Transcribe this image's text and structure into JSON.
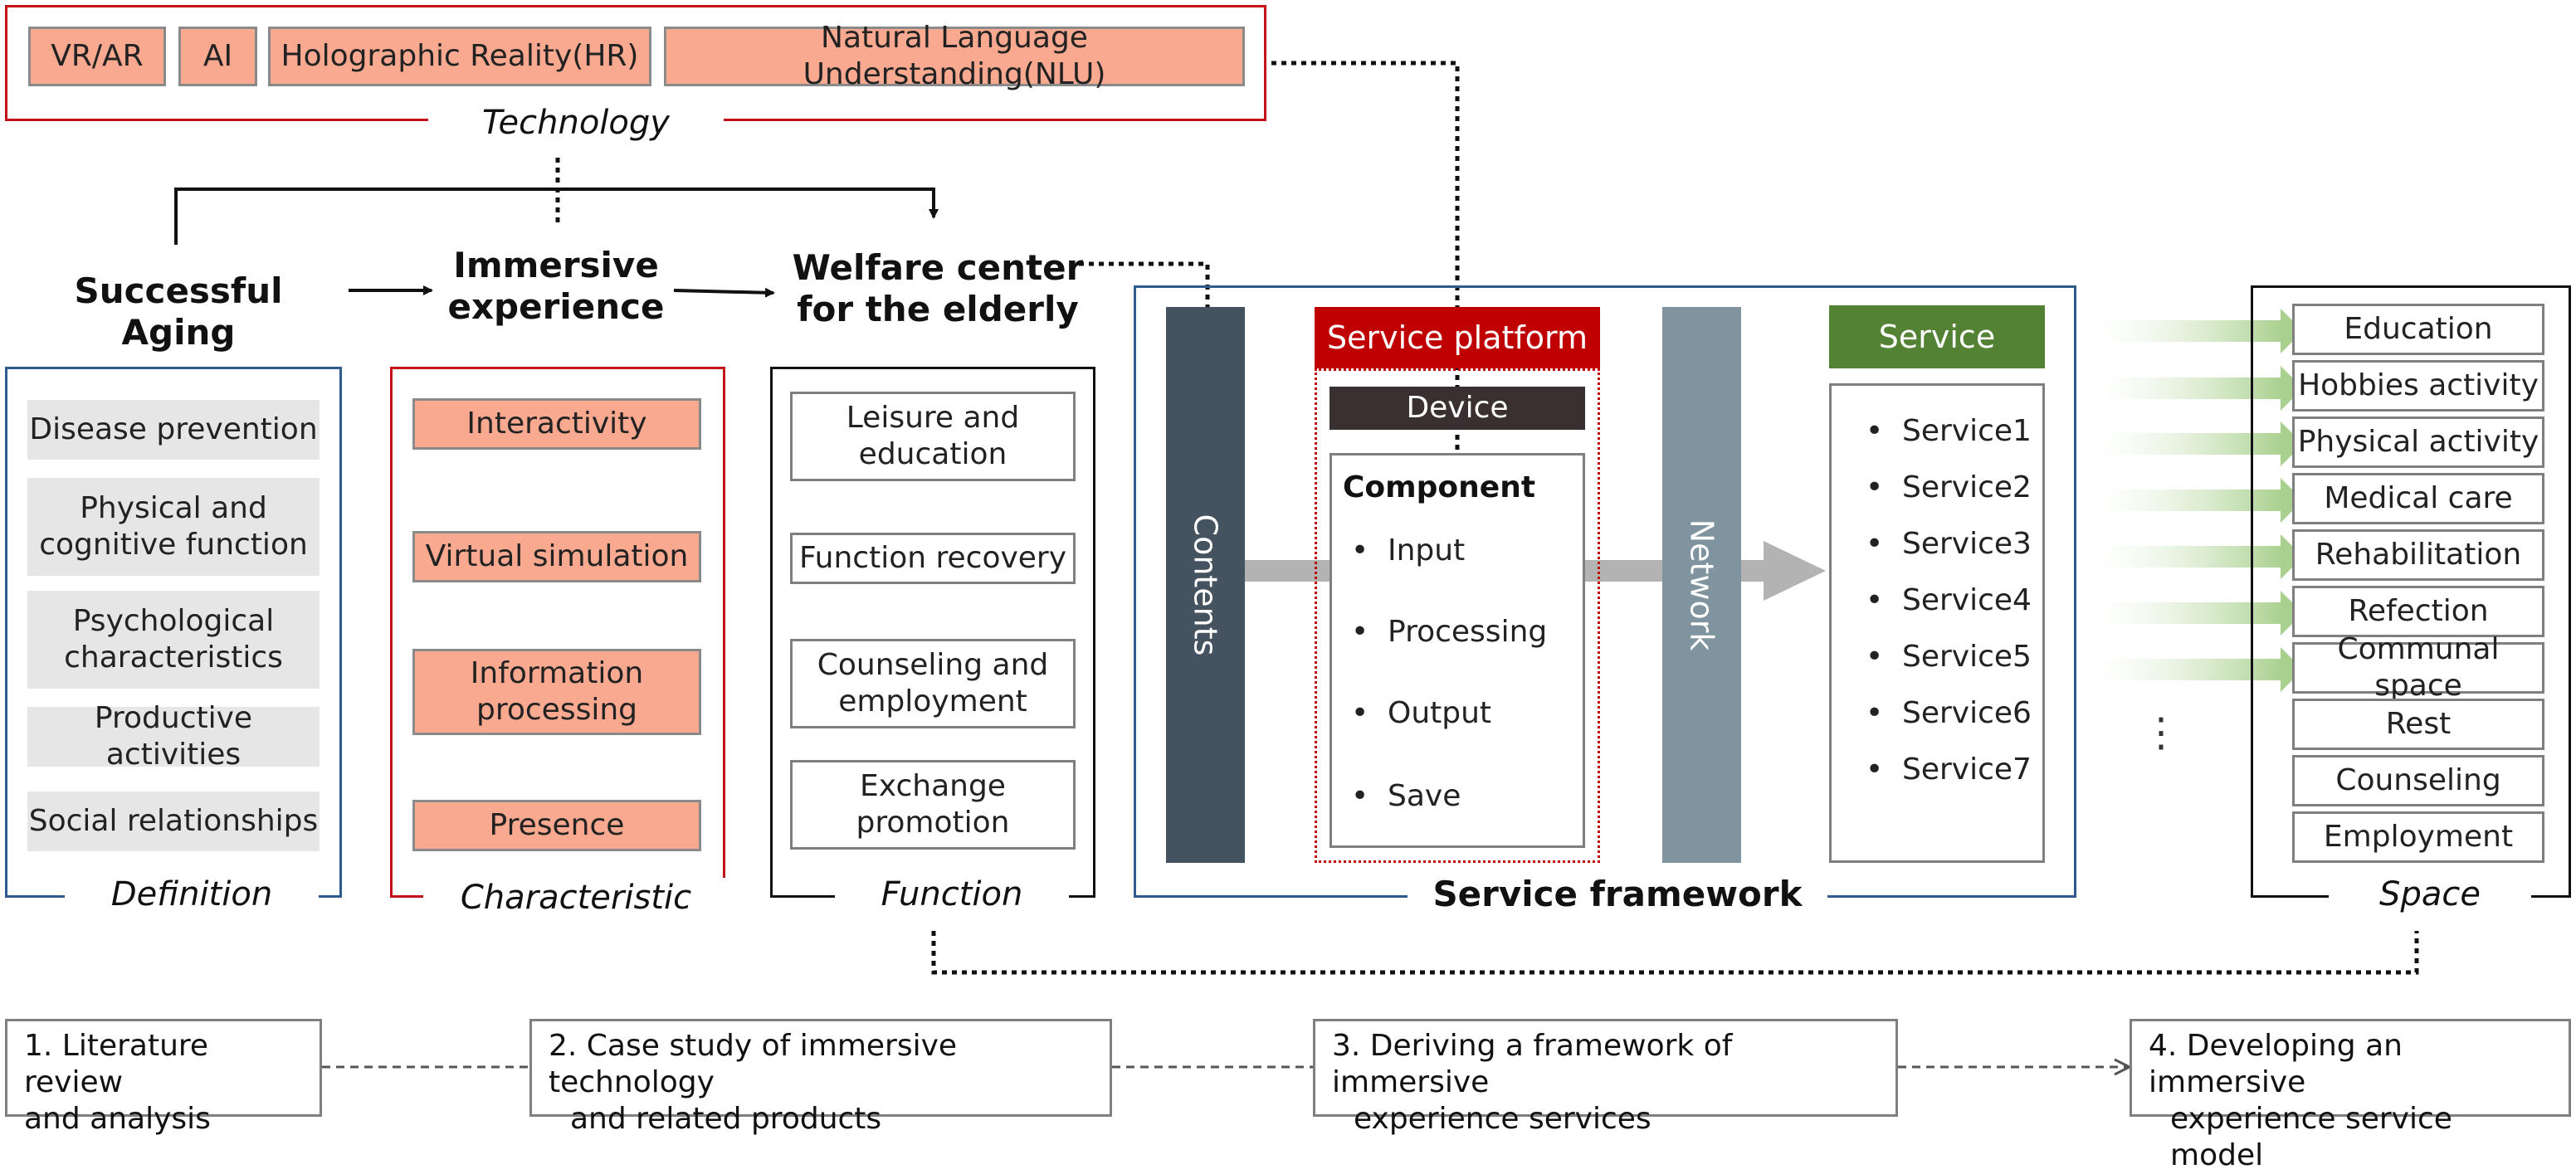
{
  "technology": {
    "items": [
      "VR/AR",
      "AI",
      "Holographic Reality(HR)",
      "Natural Language Understanding(NLU)"
    ],
    "caption": "Technology"
  },
  "flow": {
    "successful_aging": "Successful Aging",
    "immersive_line1": "Immersive",
    "immersive_line2": "experience",
    "welfare_line1": "Welfare center",
    "welfare_line2": "for the elderly"
  },
  "definition": {
    "items": [
      {
        "line1": "Disease prevention",
        "line2": ""
      },
      {
        "line1": "Physical and",
        "line2": "cognitive function"
      },
      {
        "line1": "Psychological",
        "line2": "characteristics"
      },
      {
        "line1": "Productive activities",
        "line2": ""
      },
      {
        "line1": "Social relationships",
        "line2": ""
      }
    ],
    "caption": "Definition"
  },
  "characteristic": {
    "items": [
      {
        "line1": "Interactivity",
        "line2": ""
      },
      {
        "line1": "Virtual simulation",
        "line2": ""
      },
      {
        "line1": "Information",
        "line2": "processing"
      },
      {
        "line1": "Presence",
        "line2": ""
      }
    ],
    "caption": "Characteristic"
  },
  "function": {
    "items": [
      {
        "line1": "Leisure and",
        "line2": "education"
      },
      {
        "line1": "Function recovery",
        "line2": ""
      },
      {
        "line1": "Counseling and",
        "line2": "employment"
      },
      {
        "line1": "Exchange",
        "line2": "promotion"
      }
    ],
    "caption": "Function"
  },
  "framework": {
    "caption": "Service framework",
    "contents": "Contents",
    "network": "Network",
    "service_platform": "Service platform",
    "device": "Device",
    "component_title": "Component",
    "component_items": [
      "Input",
      "Processing",
      "Output",
      "Save"
    ],
    "service_header": "Service",
    "services": [
      "Service1",
      "Service2",
      "Service3",
      "Service4",
      "Service5",
      "Service6",
      "Service7"
    ],
    "ellipsis": "⋮"
  },
  "space": {
    "items": [
      "Education",
      "Hobbies activity",
      "Physical activity",
      "Medical care",
      "Rehabilitation",
      "Refection",
      "Communal space",
      "Rest",
      "Counseling",
      "Employment"
    ],
    "caption": "Space"
  },
  "steps": [
    {
      "line1": "1. Literature review",
      "line2": "and analysis"
    },
    {
      "line1": "2. Case study of immersive technology",
      "line2": "and related products"
    },
    {
      "line1": "3. Deriving a framework of immersive",
      "line2": "experience services"
    },
    {
      "line1": "4. Developing an immersive",
      "line2": "experience service model"
    }
  ],
  "colors": {
    "salmon": "#f8a98f",
    "red_frame": "#c3121a",
    "blue_frame": "#2e5a8c",
    "contents_bar": "#44535f",
    "network_bar": "#7f949f",
    "service_platform": "#c00000",
    "device": "#3a3031",
    "service_green": "#548235"
  }
}
